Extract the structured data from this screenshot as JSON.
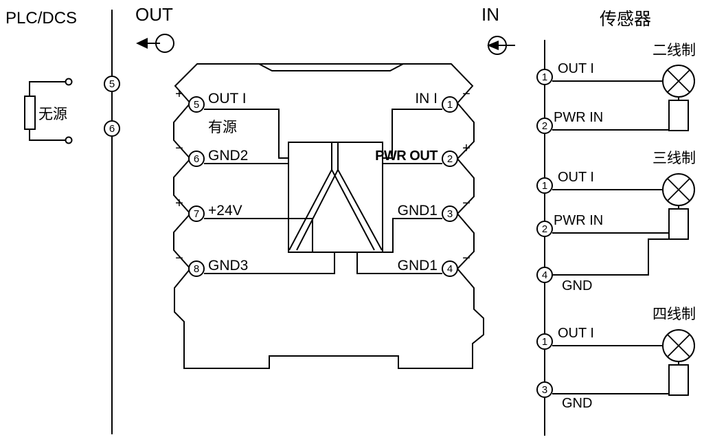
{
  "plc": {
    "title": "PLC/DCS",
    "load_label": "无源",
    "terminals": [
      "5",
      "6"
    ]
  },
  "out_indicator": {
    "label": "OUT"
  },
  "in_indicator": {
    "label": "IN"
  },
  "module": {
    "mode_label": "有源",
    "left_terminals": [
      {
        "num": "5",
        "polarity": "+",
        "label": "OUT I"
      },
      {
        "num": "6",
        "polarity": "−",
        "label": "GND2"
      },
      {
        "num": "7",
        "polarity": "+",
        "label": "+24V"
      },
      {
        "num": "8",
        "polarity": "−",
        "label": "GND3"
      }
    ],
    "right_terminals": [
      {
        "num": "1",
        "polarity": "−",
        "label": "IN I"
      },
      {
        "num": "2",
        "polarity": "+",
        "label": "PWR OUT"
      },
      {
        "num": "3",
        "polarity": "−",
        "label": "GND1"
      },
      {
        "num": "4",
        "polarity": "−",
        "label": "GND1"
      }
    ]
  },
  "sensors": {
    "title": "传感器",
    "groups": [
      {
        "name": "二线制",
        "terminals": [
          {
            "num": "1",
            "label": "OUT I"
          },
          {
            "num": "2",
            "label": "PWR IN"
          }
        ]
      },
      {
        "name": "三线制",
        "terminals": [
          {
            "num": "1",
            "label": "OUT I"
          },
          {
            "num": "2",
            "label": "PWR IN"
          },
          {
            "num": "4",
            "label": "GND"
          }
        ]
      },
      {
        "name": "四线制",
        "terminals": [
          {
            "num": "1",
            "label": "OUT I"
          },
          {
            "num": "3",
            "label": "GND"
          }
        ]
      }
    ]
  },
  "colors": {
    "line": "#000000",
    "background": "#ffffff"
  }
}
